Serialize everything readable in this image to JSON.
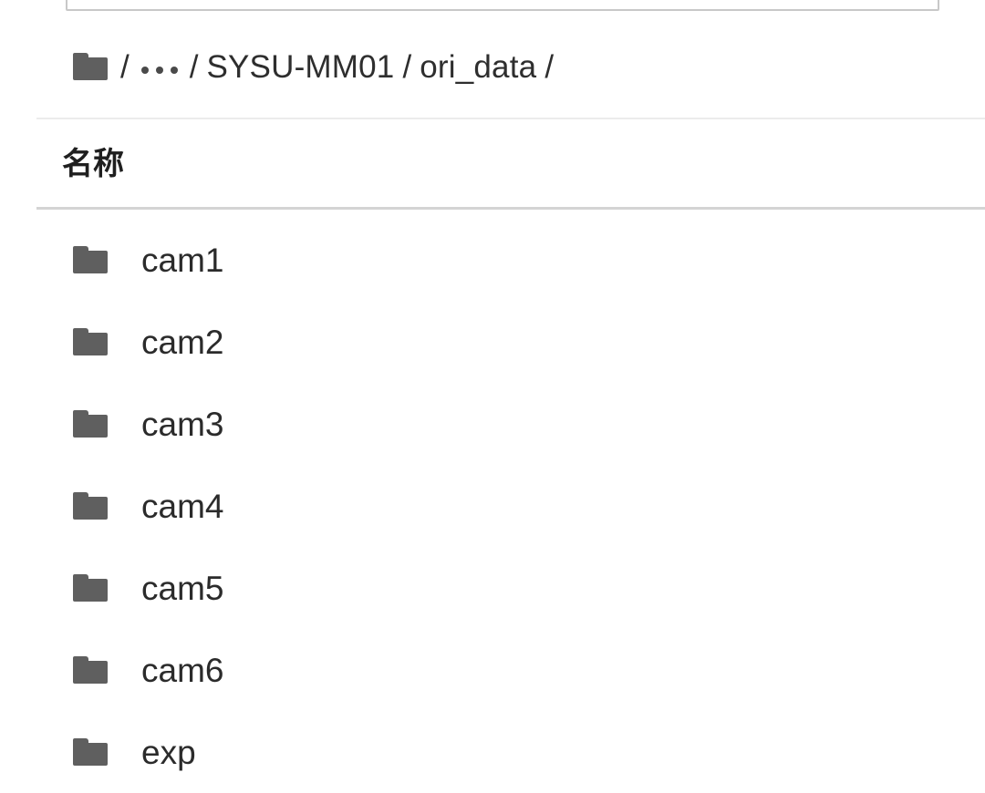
{
  "breadcrumb": {
    "root_icon": "folder-icon",
    "leading_separator": "/",
    "truncated_indicator": "…",
    "separator": "/",
    "segments": [
      {
        "label": "SYSU-MM01"
      },
      {
        "label": "ori_data"
      }
    ],
    "trailing_separator": "/",
    "full_path": "/ … / SYSU-MM01 / ori_data /"
  },
  "list_header": {
    "name_column": "名称"
  },
  "files": [
    {
      "name": "cam1",
      "icon": "folder-icon",
      "type": "folder"
    },
    {
      "name": "cam2",
      "icon": "folder-icon",
      "type": "folder"
    },
    {
      "name": "cam3",
      "icon": "folder-icon",
      "type": "folder"
    },
    {
      "name": "cam4",
      "icon": "folder-icon",
      "type": "folder"
    },
    {
      "name": "cam5",
      "icon": "folder-icon",
      "type": "folder"
    },
    {
      "name": "cam6",
      "icon": "folder-icon",
      "type": "folder"
    },
    {
      "name": "exp",
      "icon": "folder-icon",
      "type": "folder"
    }
  ],
  "colors": {
    "folder_icon": "#5f5f5f",
    "text_primary": "#2b2b2b",
    "header_text": "#1f1f1f",
    "divider_light": "#ececec",
    "divider_strong": "#d4d4d4",
    "background": "#ffffff"
  }
}
